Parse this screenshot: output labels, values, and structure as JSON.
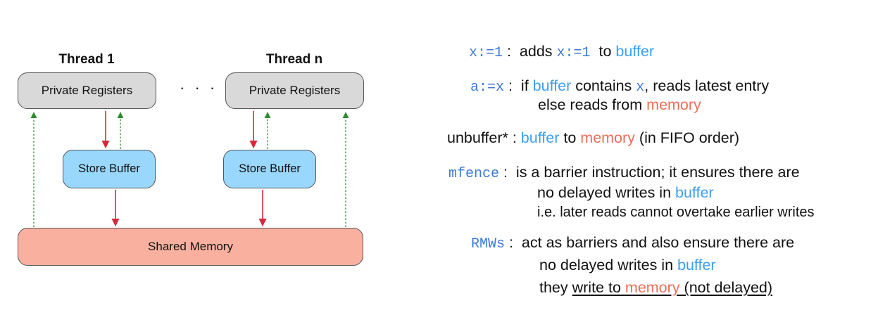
{
  "diagram": {
    "thread1_title": "Thread 1",
    "threadn_title": "Thread n",
    "registers_label": "Private Registers",
    "buffer_label": "Store Buffer",
    "ellipsis": "· · ·",
    "shared_label": "Shared Memory",
    "colors": {
      "registers_fill": "#d9d9d9",
      "buffer_fill": "#99d7fc",
      "shared_fill": "#f9b09f",
      "write_arrow": "#d7283c",
      "read_arrow": "#2f8a2f"
    }
  },
  "rules": {
    "r1": {
      "code": "x:=1",
      "sep": " :  ",
      "t1": "adds ",
      "code2": "x:=1",
      "t2": "  to ",
      "buf": "buffer"
    },
    "r2": {
      "code": "a:=x",
      "sep": " :  ",
      "t1": "if ",
      "buf": "buffer",
      "t2": " contains ",
      "code2": "x",
      "t3": ", reads latest entry",
      "l2a": "else reads from ",
      "mem": "memory"
    },
    "r3": {
      "t0": "unbuffer* : ",
      "buf": "buffer",
      "t1": " to ",
      "mem": "memory",
      "t2": " (in FIFO order)"
    },
    "r4": {
      "code": "mfence",
      "sep": " :  ",
      "t1": "is a barrier instruction; it ensures there are",
      "l2a": "no delayed writes in ",
      "buf": "buffer",
      "l3": "i.e. later reads cannot overtake earlier writes"
    },
    "r5": {
      "code": "RMWs",
      "sep": " :  ",
      "t1": "act as barriers and also ensure there are",
      "l2a": "no delayed writes in ",
      "buf": "buffer",
      "l3a": "they ",
      "l3b": "write to ",
      "mem": "memory",
      "l3c": " (not delayed)"
    }
  }
}
